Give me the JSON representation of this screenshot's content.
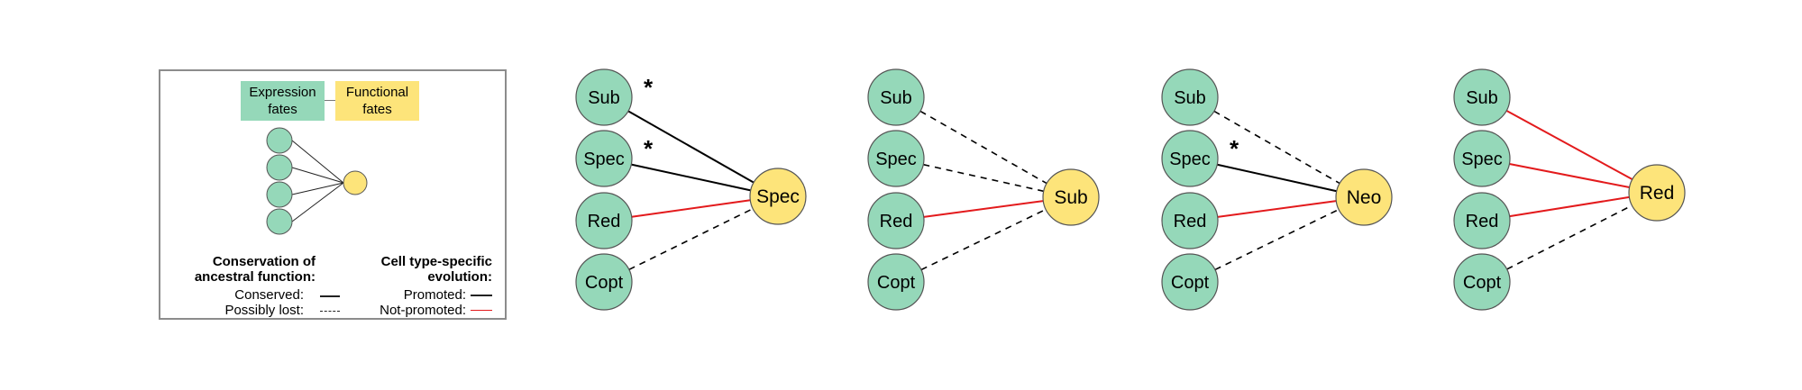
{
  "legend": {
    "chip_expression": "Expression fates",
    "chip_expression_line1": "Expression",
    "chip_expression_line2": "fates",
    "chip_functional_line1": "Functional",
    "chip_functional_line2": "fates",
    "conservation_heading_line1": "Conservation of",
    "conservation_heading_line2": "ancestral function:",
    "conserved_label": "Conserved:",
    "possibly_lost_label": "Possibly lost:",
    "cell_heading_line1": "Cell type-specific",
    "cell_heading_line2": "evolution:",
    "promoted_label": "Promoted:",
    "not_promoted_label": "Not-promoted:",
    "example_expression_nodes": 4,
    "example_functional_nodes": 1
  },
  "colors": {
    "expression_fill": "#95d8b9",
    "functional_fill": "#fde47a",
    "promoted_edge": "#000000",
    "not_promoted_edge": "#e31a1c",
    "node_stroke": "#555555",
    "legend_border": "#8c8c8c"
  },
  "diagrams": [
    {
      "functional_fate": "Spec",
      "edges": [
        {
          "from": "Sub",
          "style": "solid",
          "color": "black",
          "asterisk": true
        },
        {
          "from": "Spec",
          "style": "solid",
          "color": "black",
          "asterisk": true
        },
        {
          "from": "Red",
          "style": "solid",
          "color": "red",
          "asterisk": false
        },
        {
          "from": "Copt",
          "style": "dashed",
          "color": "black",
          "asterisk": false
        }
      ]
    },
    {
      "functional_fate": "Sub",
      "edges": [
        {
          "from": "Sub",
          "style": "dashed",
          "color": "black",
          "asterisk": false
        },
        {
          "from": "Spec",
          "style": "dashed",
          "color": "black",
          "asterisk": false
        },
        {
          "from": "Red",
          "style": "solid",
          "color": "red",
          "asterisk": false
        },
        {
          "from": "Copt",
          "style": "dashed",
          "color": "black",
          "asterisk": false
        }
      ]
    },
    {
      "functional_fate": "Neo",
      "edges": [
        {
          "from": "Sub",
          "style": "dashed",
          "color": "black",
          "asterisk": false
        },
        {
          "from": "Spec",
          "style": "solid",
          "color": "black",
          "asterisk": true
        },
        {
          "from": "Red",
          "style": "solid",
          "color": "red",
          "asterisk": false
        },
        {
          "from": "Copt",
          "style": "dashed",
          "color": "black",
          "asterisk": false
        }
      ]
    },
    {
      "functional_fate": "Red",
      "edges": [
        {
          "from": "Sub",
          "style": "solid",
          "color": "red",
          "asterisk": false
        },
        {
          "from": "Spec",
          "style": "solid",
          "color": "red",
          "asterisk": false
        },
        {
          "from": "Red",
          "style": "solid",
          "color": "red",
          "asterisk": false
        },
        {
          "from": "Copt",
          "style": "dashed",
          "color": "black",
          "asterisk": false
        }
      ]
    }
  ],
  "expression_fates": [
    "Sub",
    "Spec",
    "Red",
    "Copt"
  ],
  "asterisk_symbol": "*"
}
